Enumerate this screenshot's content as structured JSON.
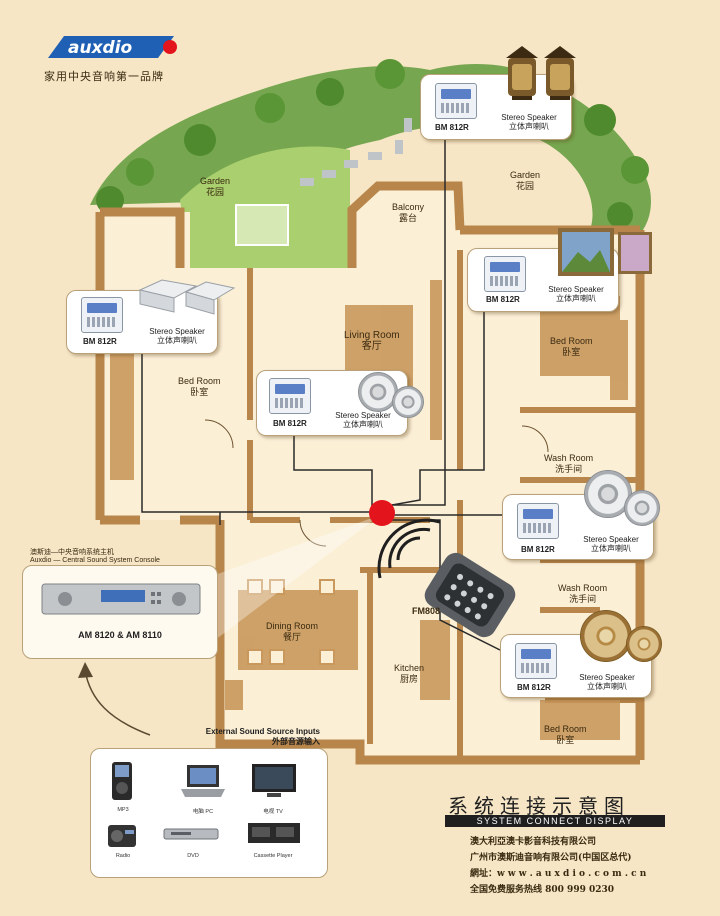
{
  "brand": {
    "logo_text": "auxdio",
    "tagline": "家用中央音响第一品牌"
  },
  "rooms": {
    "garden_left": [
      "Garden",
      "花园"
    ],
    "garden_right": [
      "Garden",
      "花园"
    ],
    "balcony": [
      "Balcony",
      "露台"
    ],
    "living_room": [
      "Living Room",
      "客厅"
    ],
    "bed_room_left": [
      "Bed Room",
      "卧室"
    ],
    "bed_room_right_top": [
      "Bed Room",
      "卧室"
    ],
    "wash_room_1": [
      "Wash Room",
      "洗手间"
    ],
    "wash_room_2": [
      "Wash Room",
      "洗手间"
    ],
    "dining_room": [
      "Dining Room",
      "餐厅"
    ],
    "kitchen": [
      "Kitchen",
      "厨房"
    ],
    "bed_room_bottom": [
      "Bed Room",
      "卧室"
    ]
  },
  "zones": [
    {
      "model": "BM 812R",
      "speaker_en": "Stereo Speaker",
      "speaker_cn": "立体声喇叭"
    },
    {
      "model": "BM 812R",
      "speaker_en": "Stereo Speaker",
      "speaker_cn": "立体声喇叭"
    },
    {
      "model": "BM 812R",
      "speaker_en": "Stereo Speaker",
      "speaker_cn": "立体声喇叭"
    },
    {
      "model": "BM 812R",
      "speaker_en": "Stereo Speaker",
      "speaker_cn": "立体声喇叭"
    },
    {
      "model": "BM 812R",
      "speaker_en": "Stereo Speaker",
      "speaker_cn": "立体声喇叭"
    },
    {
      "model": "BM 812R",
      "speaker_en": "Stereo Speaker",
      "speaker_cn": "立体声喇叭"
    }
  ],
  "remote": {
    "label": "FM808"
  },
  "console": {
    "title_cn": "澳斯迪—中央音响系统主机",
    "title_en": "Auxdio — Central Sound System Console",
    "models": "AM 8120 & AM 8110"
  },
  "external_sources": {
    "title_en": "External Sound Source Inputs",
    "title_cn": "外部音源输入",
    "items": [
      "MP3",
      "电脑 PC",
      "电视 TV",
      "Radio",
      "DVD",
      "Cassette Player"
    ]
  },
  "diagram_title": {
    "cn": "系统连接示意图",
    "en": "SYSTEM CONNECT DISPLAY"
  },
  "company": {
    "name_1": "澳大利亞澳卡影音科技有限公司",
    "name_2": "广州市澳斯迪音响有限公司(中国区总代)",
    "website": "網址：w w w . a u x d i o . c o m . c n",
    "hotline": "全国免费服务热线   800 999 0230"
  },
  "colors": {
    "background": "#f6e6c6",
    "walls": "#b8864a",
    "floor": "#fbefd6",
    "hub": "#e3141b",
    "wire": "#2a2a2a"
  }
}
